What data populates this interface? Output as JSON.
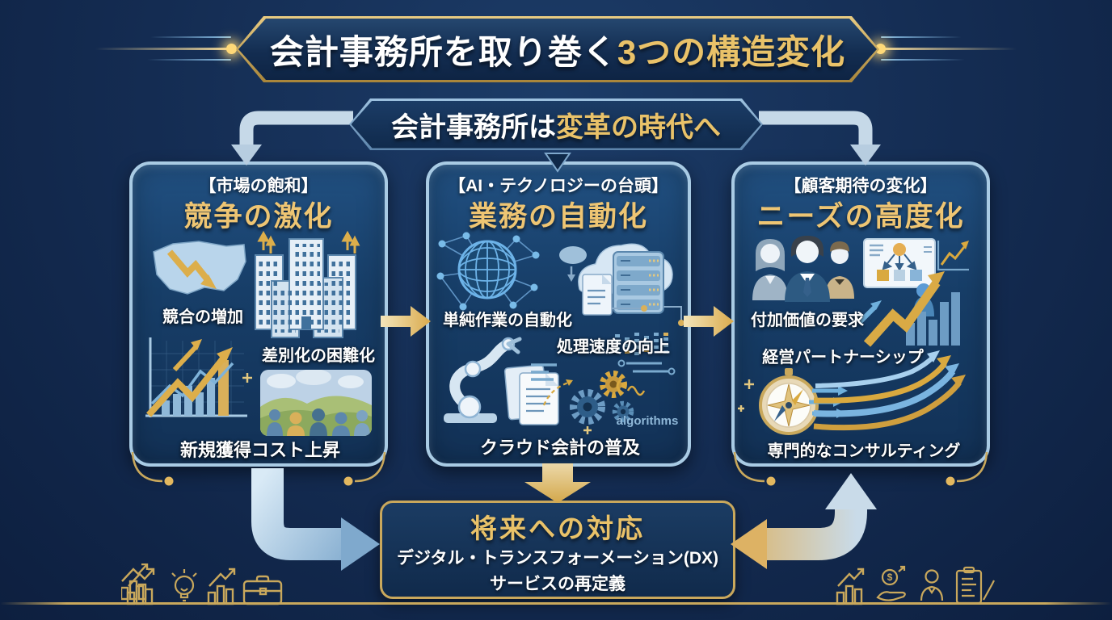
{
  "colors": {
    "background": "#142c52",
    "gold_text": "#e9c269",
    "panel_border": "#a9cbe4",
    "gold_border": "#c9a85c",
    "white": "#ffffff",
    "arrow_silver": "#c6d9e8",
    "arrow_gold": "#ddae4f"
  },
  "title": {
    "prefix": "会計事務所を取り巻く",
    "highlight": "3つの構造変化"
  },
  "subtitle": {
    "prefix": "会計事務所は",
    "highlight": "変革の時代へ"
  },
  "panels": [
    {
      "id": "market-saturation",
      "tag": "【市場の飽和】",
      "heading": "競争の激化",
      "labels": [
        "競合の増加",
        "差別化の困難化",
        "新規獲得コスト上昇"
      ],
      "icons": [
        "us-map-decline-arrow",
        "office-buildings",
        "growth-chart",
        "crowd-landscape"
      ]
    },
    {
      "id": "ai-technology",
      "tag": "【AI・テクノロジーの台頭】",
      "heading": "業務の自動化",
      "labels": [
        "単純作業の自動化",
        "処理速度の向上",
        "クラウド会計の普及"
      ],
      "caption": "algorithms",
      "icons": [
        "network-globe",
        "cloud-servers",
        "robot-arm-documents",
        "gears",
        "algorithm-matrix"
      ]
    },
    {
      "id": "customer-expectation",
      "tag": "【顧客期待の変化】",
      "heading": "ニーズの高度化",
      "labels": [
        "付加価値の要求",
        "経営パートナーシップ",
        "専門的なコンサルティング"
      ],
      "icons": [
        "business-people",
        "presentation-board",
        "growth-bars-arrow",
        "compass",
        "rising-arrows"
      ]
    }
  ],
  "future_box": {
    "heading": "将来への対応",
    "line1": "デジタル・トランスフォーメーション(DX)",
    "line2": "サービスの再定義"
  }
}
